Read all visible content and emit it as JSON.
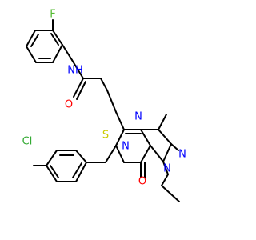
{
  "molecule": {
    "atom_labels": {
      "fluorine": "F",
      "amide_nh": "NH",
      "carbonyl_oxygen_amide": "O",
      "sulfur": "S",
      "pyrimidine_n_top": "N",
      "pyrimidine_n_benzyl": "N",
      "carbonyl_oxygen_ring": "O",
      "pyrazole_n_ethyl": "N",
      "pyrazole_n_double": "N",
      "chlorine": "Cl"
    },
    "colors": {
      "bond": "#000000",
      "fluorine": "#55bb33",
      "chlorine": "#33aa33",
      "nitrogen": "#0000ff",
      "oxygen": "#ff0000",
      "sulfur": "#cccc00"
    }
  }
}
